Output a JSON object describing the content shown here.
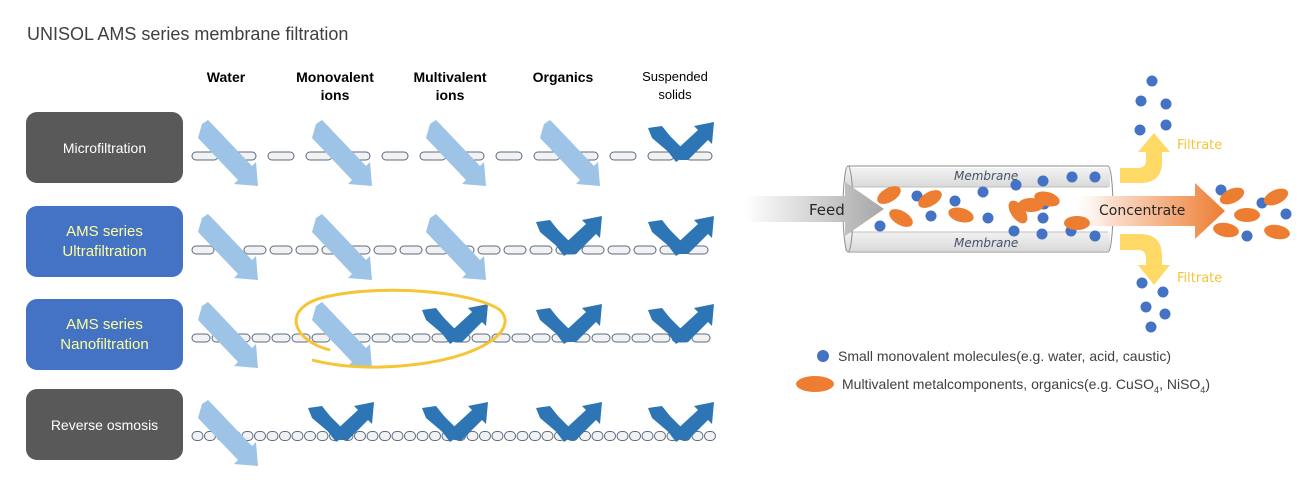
{
  "title": "UNISOL AMS series membrane filtration",
  "columns": [
    {
      "id": "water",
      "label_line1": "Water",
      "label_line2": ""
    },
    {
      "id": "monovalent",
      "label_line1": "Monovalent",
      "label_line2": "ions"
    },
    {
      "id": "multivalent",
      "label_line1": "Multivalent",
      "label_line2": "ions"
    },
    {
      "id": "organics",
      "label_line1": "Organics",
      "label_line2": ""
    },
    {
      "id": "suspended",
      "label_line1": "Suspended",
      "label_line2": "solids"
    }
  ],
  "rows": [
    {
      "id": "microfiltration",
      "label_line1": "Microfiltration",
      "label_line2": "",
      "style": "gray",
      "passes": [
        "pass",
        "pass",
        "pass",
        "pass",
        "reject"
      ],
      "pore_density": "coarse"
    },
    {
      "id": "ultrafiltration",
      "label_line1": "AMS series",
      "label_line2": "Ultrafiltration",
      "style": "blue",
      "passes": [
        "pass",
        "pass",
        "pass",
        "reject",
        "reject"
      ],
      "pore_density": "medium"
    },
    {
      "id": "nanofiltration",
      "label_line1": "AMS series",
      "label_line2": "Nanofiltration",
      "style": "blue",
      "passes": [
        "pass",
        "pass",
        "reject",
        "reject",
        "reject"
      ],
      "pore_density": "fine",
      "highlight": [
        "monovalent",
        "multivalent"
      ]
    },
    {
      "id": "reverse_osmosis",
      "label_line1": "Reverse osmosis",
      "label_line2": "",
      "style": "gray",
      "passes": [
        "pass",
        "reject",
        "reject",
        "reject",
        "reject"
      ],
      "pore_density": "finest"
    }
  ],
  "process": {
    "feed_label": "Feed",
    "membrane_top_label": "Membrane",
    "membrane_bottom_label": "Membrane",
    "concentrate_label": "Concentrate",
    "filtrate_top_label": "Filtrate",
    "filtrate_bottom_label": "Filtrate"
  },
  "legend": {
    "small_text": "Small monovalent molecules(e.g. water, acid, caustic)",
    "multi_text_prefix": "Multivalent metalcomponents, organics(e.g. CuSO",
    "multi_sub1": "4",
    "multi_mid": ", NiSO",
    "multi_sub2": "4",
    "multi_suffix": ")"
  },
  "colors": {
    "pass_arrow": "#9dc3e6",
    "reject_arrow": "#2e75b6",
    "highlight": "#f5c535",
    "small_molecule": "#4472c4",
    "multi_molecule": "#ed7d31",
    "filtrate": "#ffd966",
    "filtrate_text": "#f5c535",
    "gray_box": "#595959",
    "blue_box": "#4472c4",
    "blue_box_text": "#ffff99"
  }
}
